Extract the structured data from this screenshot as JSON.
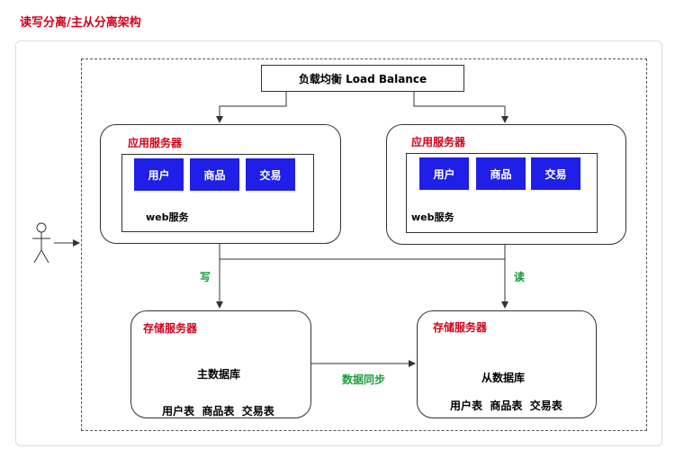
{
  "title": "读写分离/主从分离架构",
  "load_balancer": "负载均衡 Load Balance",
  "app_servers": [
    {
      "title": "应用服务器",
      "modules": [
        "用户",
        "商品",
        "交易"
      ],
      "web_label": "web服务"
    },
    {
      "title": "应用服务器",
      "modules": [
        "用户",
        "商品",
        "交易"
      ],
      "web_label": "web服务"
    }
  ],
  "edges": {
    "write": "写",
    "read": "读",
    "sync": "数据同步"
  },
  "storage_servers": [
    {
      "title": "存储服务器",
      "db_label": "主数据库",
      "tables": "用户表  商品表  交易表"
    },
    {
      "title": "存储服务器",
      "db_label": "从数据库",
      "tables": "用户表  商品表  交易表"
    }
  ]
}
